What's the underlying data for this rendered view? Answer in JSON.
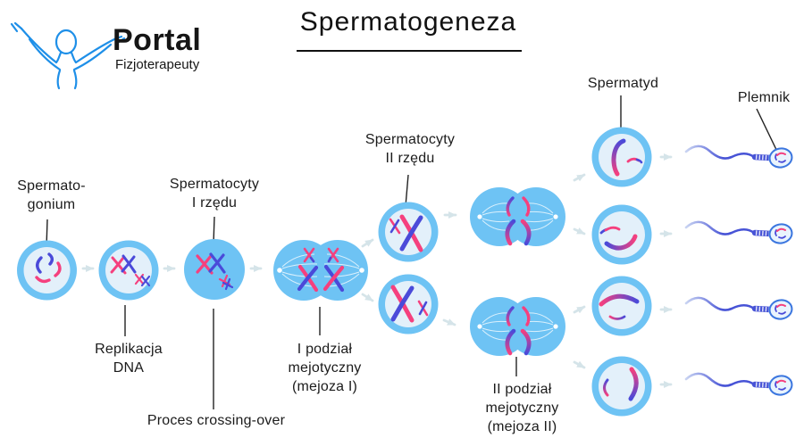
{
  "logo": {
    "brand": "Portal",
    "subtitle": "Fizjoterapeuty",
    "icon": "person-raised-arms-icon"
  },
  "title": "Spermatogeneza",
  "labels": {
    "spermatogonium": "Spermato-\ngonium",
    "replikacja_dna": "Replikacja\nDNA",
    "spermatocyty_1": "Spermatocyty\nI rzędu",
    "crossing_over": "Proces crossing-over",
    "mejoza_1": "I podział\nmejotyczny\n(mejoza I)",
    "spermatocyty_2": "Spermatocyty\nII rzędu",
    "mejoza_2": "II podział\nmejotyczny\n(mejoza II)",
    "spermatyd": "Spermatyd",
    "plemnik": "Plemnik"
  },
  "colors": {
    "cellblue": "#6EC3F4",
    "cellfill": "#E3F0FA",
    "pink": "#F5407E",
    "chromoblue": "#4A4AD9",
    "arrow": "#D5E4E9",
    "ink": "#1B1B1B",
    "logoblue": "#1E8FE8",
    "headstroke": "#3B76DF",
    "tailblue": "#4753D6",
    "taillight": "#C9D4F2"
  }
}
